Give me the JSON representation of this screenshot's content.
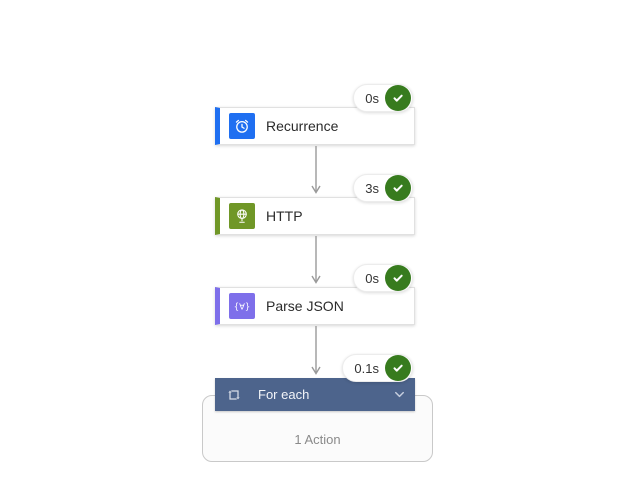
{
  "app": {
    "view": "flow-run-diagram"
  },
  "colors": {
    "success_green": "#377B1E",
    "arrow_gray": "#9A9A9A",
    "recurrence_accent": "#1F6FF1",
    "http_accent": "#709727",
    "parse_json_accent": "#7E6FEA",
    "foreach_header_blue": "#4D648C",
    "canvas_bg": "#FFFFFF"
  },
  "nodes": [
    {
      "label": "Recurrence",
      "duration": "0s",
      "status": "succeeded",
      "icon": "recurrence-clock-icon",
      "accent": "#1F6FF1"
    },
    {
      "label": "HTTP",
      "duration": "3s",
      "status": "succeeded",
      "icon": "globe-icon",
      "accent": "#709727"
    },
    {
      "label": "Parse JSON",
      "duration": "0s",
      "status": "succeeded",
      "icon": "json-braces-icon",
      "accent": "#7E6FEA"
    },
    {
      "label": "For each",
      "duration": "0.1s",
      "status": "succeeded",
      "icon": "repeat-loop-icon",
      "accent": "#4D648C",
      "summary": "1 Action"
    }
  ]
}
